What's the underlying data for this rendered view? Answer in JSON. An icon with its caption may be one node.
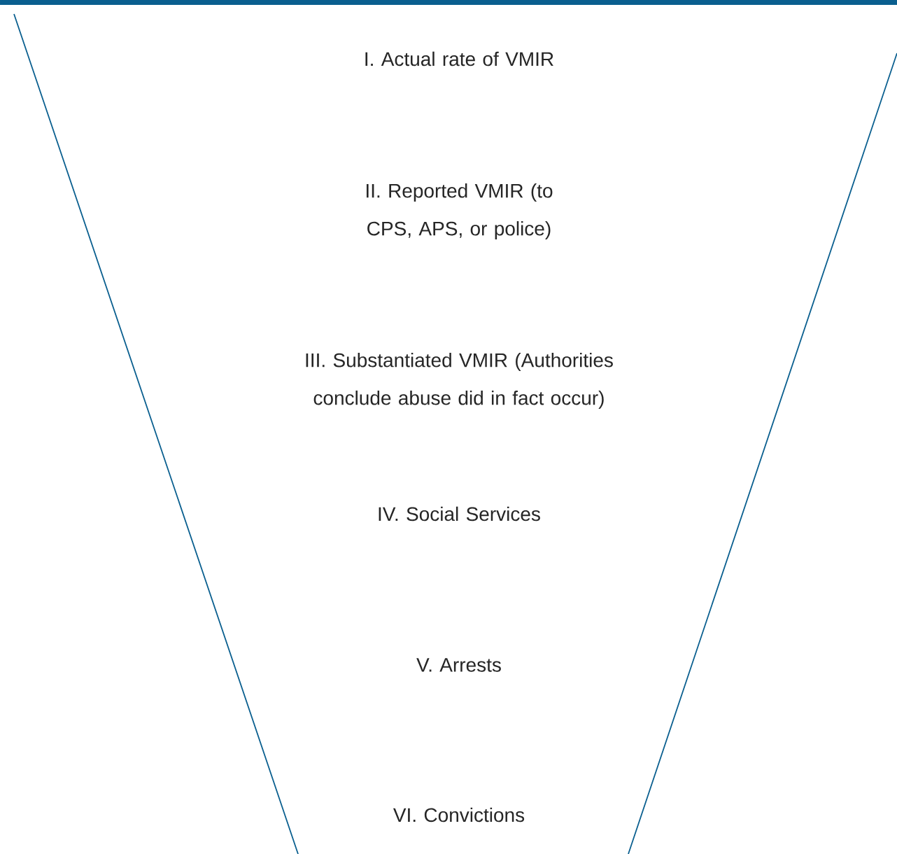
{
  "diagram": {
    "nodes": [
      {
        "text": [
          "I. Actual rate of VMIR",
          "II. Reported VMIR (to CPS, APS, or police)",
          "III. Substantiated VMIR (Authorities conclude abuse did in fact occur)",
          "IV. Social Services",
          "V. Arrests",
          "VI. Convictions"
        ]
      }
    ]
  }
}
